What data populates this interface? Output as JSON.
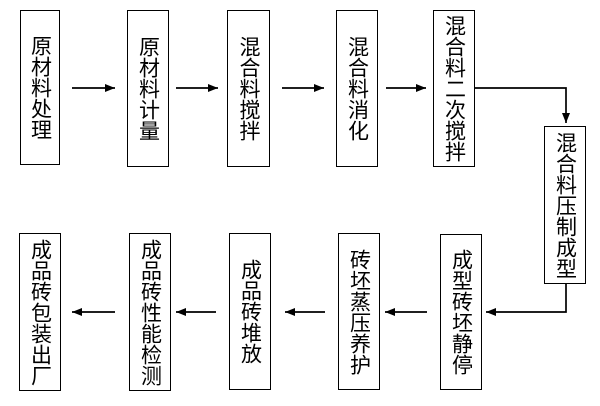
{
  "diagram": {
    "type": "flowchart",
    "description_en": "Brick production process flow diagram",
    "colors": {
      "background": "#ffffff",
      "node_border": "#000000",
      "node_fill": "#ffffff",
      "text": "#000000",
      "arrow": "#000000"
    },
    "nodes": [
      {
        "id": 1,
        "label": "原材料处理"
      },
      {
        "id": 2,
        "label": "原材料计量"
      },
      {
        "id": 3,
        "label": "混合料搅拌"
      },
      {
        "id": 4,
        "label": "混合料消化"
      },
      {
        "id": 5,
        "label": "混合料二次搅拌"
      },
      {
        "id": 6,
        "label": "混合料压制成型"
      },
      {
        "id": 7,
        "label": "成型砖坯静停"
      },
      {
        "id": 8,
        "label": "砖坯蒸压养护"
      },
      {
        "id": 9,
        "label": "成品砖堆放"
      },
      {
        "id": 10,
        "label": "成品砖性能检测"
      },
      {
        "id": 11,
        "label": "成品砖包装出厂"
      }
    ],
    "edges": [
      {
        "from": "原材料处理",
        "to": "原材料计量"
      },
      {
        "from": "原材料计量",
        "to": "混合料搅拌"
      },
      {
        "from": "混合料搅拌",
        "to": "混合料消化"
      },
      {
        "from": "混合料消化",
        "to": "混合料二次搅拌"
      },
      {
        "from": "混合料二次搅拌",
        "to": "混合料压制成型"
      },
      {
        "from": "混合料压制成型",
        "to": "成型砖坯静停"
      },
      {
        "from": "成型砖坯静停",
        "to": "砖坯蒸压养护"
      },
      {
        "from": "砖坯蒸压养护",
        "to": "成品砖堆放"
      },
      {
        "from": "成品砖堆放",
        "to": "成品砖性能检测"
      },
      {
        "from": "成品砖性能检测",
        "to": "成品砖包装出厂"
      }
    ]
  }
}
